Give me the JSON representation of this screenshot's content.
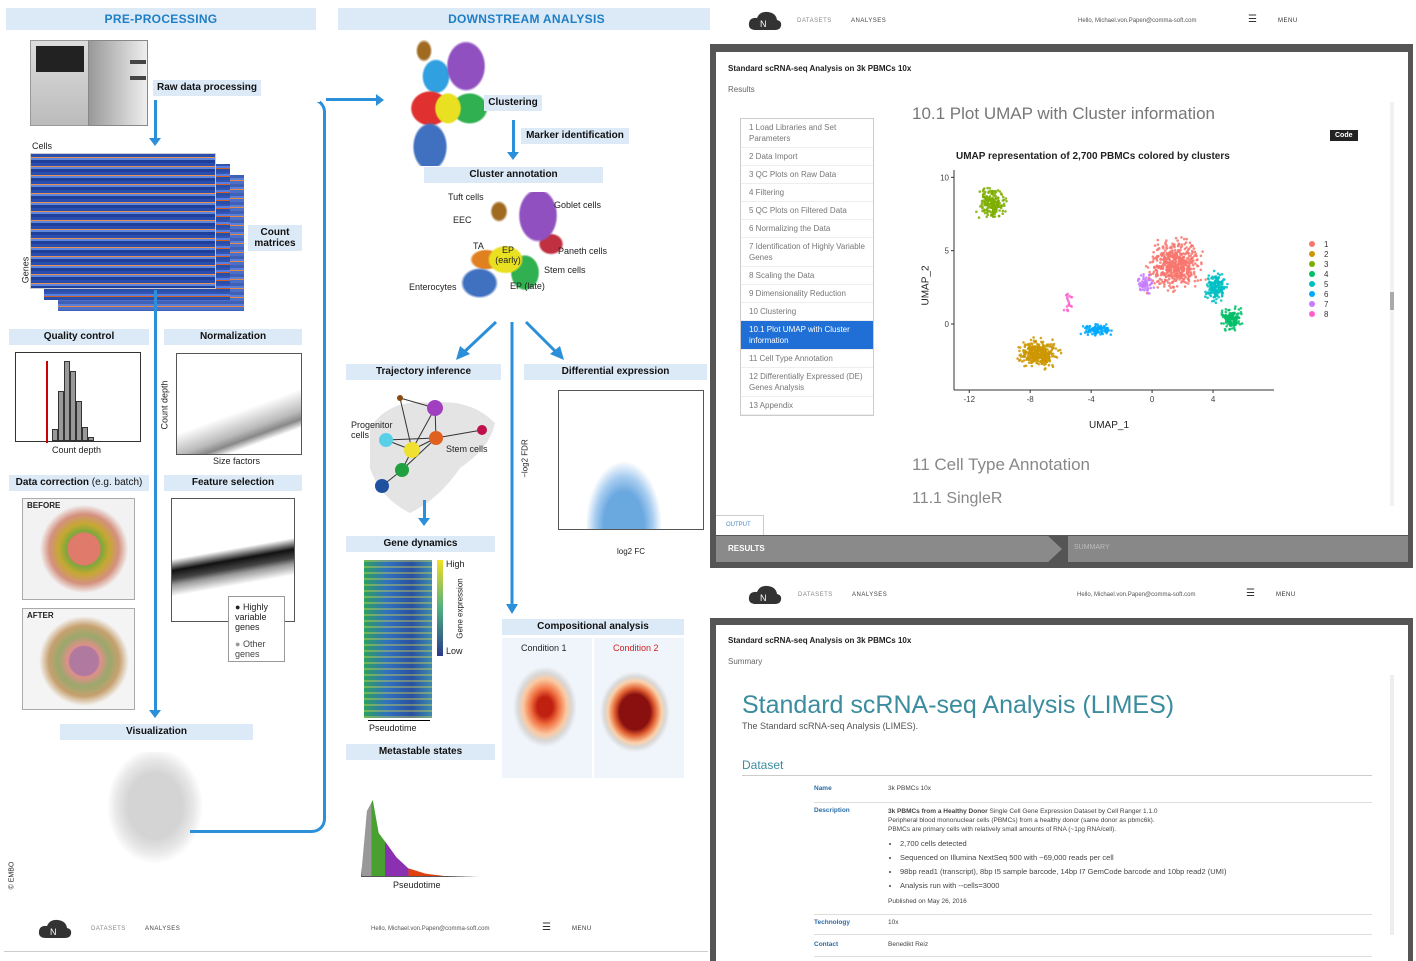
{
  "pre": {
    "header": "PRE-PROCESSING",
    "raw": "Raw data processing",
    "cells": "Cells",
    "genes": "Genes",
    "count": "Count matrices",
    "qc": "Quality control",
    "norm": "Normalization",
    "count_depth": "Count depth",
    "count_depth_y": "Count depth",
    "size_factors": "Size factors",
    "datacorr": "Data correction",
    "datacorr_sub": "(e.g. batch)",
    "feat": "Feature selection",
    "before": "BEFORE",
    "after": "AFTER",
    "hv": "Highly variable genes",
    "other": "Other genes",
    "vis": "Visualization",
    "embo": "© EMBO"
  },
  "down": {
    "header": "DOWNSTREAM ANALYSIS",
    "clustering": "Clustering",
    "marker": "Marker identification",
    "annot": "Cluster annotation",
    "tuft": "Tuft cells",
    "goblet": "Goblet cells",
    "eec": "EEC",
    "ta": "TA",
    "ep": "EP (early)",
    "paneth": "Paneth cells",
    "stem": "Stem cells",
    "entero": "Enterocytes",
    "eplate": "EP (late)",
    "traj": "Trajectory inference",
    "prog": "Progenitor cells",
    "stem2": "Stem cells",
    "diffexp": "Differential expression",
    "fdr": "−log2 FDR",
    "fc": "log2 FC",
    "gene_dyn": "Gene dynamics",
    "high": "High",
    "low": "Low",
    "gene_expr": "Gene expression",
    "pseudo": "Pseudotime",
    "compo": "Compositional analysis",
    "cond1": "Condition 1",
    "cond2": "Condition 2",
    "meta": "Metastable states",
    "pseudo2": "Pseudotime"
  },
  "app": {
    "nav_datasets": "DATASETS",
    "nav_analyses": "ANALYSES",
    "user": "Hello, Michael.von.Papen@comma-soft.com",
    "menu": "MENU",
    "title": "Standard scRNA-seq Analysis on 3k PBMCs 10x",
    "results": "Results",
    "summary_crumb": "Summary",
    "section_h": "10.1 Plot UMAP with Cluster information",
    "code_btn": "Code",
    "plot_title": "UMAP representation of 2,700 PBMCs colored by clusters",
    "xlabel": "UMAP_1",
    "ylabel": "UMAP_2",
    "next_h1": "11 Cell Type Annotation",
    "next_h2": "11.1 SingleR",
    "output_tab": "OUTPUT",
    "tab_results": "RESULTS",
    "tab_summary": "SUMMARY",
    "toc": [
      "1 Load Libraries and Set Parameters",
      "2 Data Import",
      "3 QC Plots on Raw Data",
      "4 Filtering",
      "5 QC Plots on Filtered Data",
      "6 Normalizing the Data",
      "7 Identification of Highly Variable Genes",
      "8 Scaling the Data",
      "9 Dimensionality Reduction",
      "10 Clustering",
      "10.1 Plot UMAP with Cluster information",
      "11 Cell Type Annotation",
      "12 Differentially Expressed (DE) Genes Analysis",
      "13 Appendix"
    ],
    "toc_active": 10
  },
  "summary": {
    "big_title": "Standard scRNA-seq Analysis (LIMES)",
    "subtitle": "The Standard scRNA-seq Analysis (LIMES).",
    "dataset_h": "Dataset",
    "name_k": "Name",
    "name_v": "3k PBMCs 10x",
    "desc_k": "Description",
    "desc_bold": "3k PBMCs from a Healthy Donor",
    "desc_1": " Single Cell Gene Expression Dataset by Cell Ranger 1.1.0",
    "desc_2": "Peripheral blood mononuclear cells (PBMCs) from a healthy donor (same donor as pbmc6k).",
    "desc_3": "PBMCs are primary cells with relatively small amounts of RNA (~1pg RNA/cell).",
    "bullets": [
      "2,700 cells detected",
      "Sequenced on Illumina NextSeq 500 with ~69,000 reads per cell",
      "98bp read1 (transcript), 8bp I5 sample barcode, 14bp I7 GemCode barcode and 10bp read2 (UMI)",
      "Analysis run with --cells=3000"
    ],
    "published": "Published on May 26, 2016",
    "tech_k": "Technology",
    "tech_v": "10x",
    "contact_k": "Contact",
    "contact_v": "Benedikt Reiz"
  },
  "colors": {
    "accent": "#1f7fc4",
    "header_bg": "#dce9f7",
    "arrow": "#2b8fd9",
    "active_toc": "#1f6fd6",
    "teal_title": "#3a8c9e"
  },
  "chart_data": {
    "type": "scatter",
    "title": "UMAP representation of 2,700 PBMCs colored by clusters",
    "xlabel": "UMAP_1",
    "ylabel": "UMAP_2",
    "xlim": [
      -13,
      8
    ],
    "ylim": [
      -4.5,
      10.5
    ],
    "xticks": [
      -12,
      -8,
      -4,
      0,
      4
    ],
    "yticks": [
      0,
      5,
      10
    ],
    "legend": "right",
    "series": [
      {
        "name": "1",
        "color": "#f8766d",
        "cx": 1.5,
        "cy": 4,
        "rx": 2.2,
        "ry": 2.2,
        "n": 520
      },
      {
        "name": "2",
        "color": "#cd9600",
        "cx": -7.5,
        "cy": -2,
        "rx": 1.7,
        "ry": 1.2,
        "n": 330
      },
      {
        "name": "3",
        "color": "#7cae00",
        "cx": -10.5,
        "cy": 8.2,
        "rx": 1.2,
        "ry": 1.4,
        "n": 190
      },
      {
        "name": "4",
        "color": "#00be67",
        "cx": 5.2,
        "cy": 0.4,
        "rx": 0.9,
        "ry": 1.0,
        "n": 150
      },
      {
        "name": "5",
        "color": "#00bfc4",
        "cx": 4.2,
        "cy": 2.5,
        "rx": 1.0,
        "ry": 1.3,
        "n": 160
      },
      {
        "name": "6",
        "color": "#00a9ff",
        "cx": -3.6,
        "cy": -0.4,
        "rx": 1.2,
        "ry": 0.5,
        "n": 120
      },
      {
        "name": "7",
        "color": "#c77cff",
        "cx": -0.5,
        "cy": 2.8,
        "rx": 0.7,
        "ry": 1.0,
        "n": 60
      },
      {
        "name": "8",
        "color": "#ff61cc",
        "cx": -5.5,
        "cy": 1.5,
        "rx": 0.4,
        "ry": 1.0,
        "n": 20
      }
    ]
  }
}
